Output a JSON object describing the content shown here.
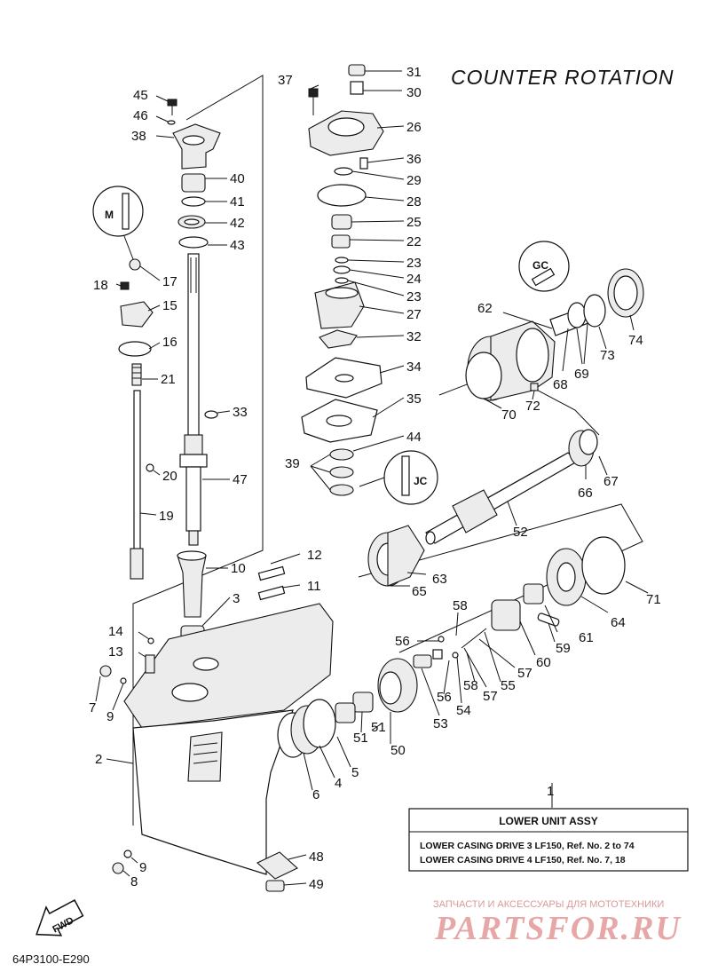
{
  "heading": "COUNTER  ROTATION",
  "diagram_code": "64P3100-E290",
  "fwd_label": "FWD",
  "detail_labels": {
    "m": "M",
    "gc": "GC",
    "jc": "JC"
  },
  "info_box": {
    "ref_number": "1",
    "title": "LOWER UNIT ASSY",
    "rows": [
      "LOWER CASING DRIVE 3 LF150,  Ref. No. 2 to 74",
      "LOWER CASING DRIVE 4 LF150,  Ref. No. 7, 18"
    ]
  },
  "watermark": {
    "top": "ЗАПЧАСТИ И АКСЕССУАРЫ ДЛЯ МОТОТЕХНИКИ",
    "brand": "PARTSFOR.RU"
  },
  "callouts": {
    "c2": "2",
    "c3": "3",
    "c4": "4",
    "c5": "5",
    "c6": "6",
    "c7": "7",
    "c8": "8",
    "c9a": "9",
    "c9b": "9",
    "c10": "10",
    "c11": "11",
    "c12": "12",
    "c13": "13",
    "c14": "14",
    "c15": "15",
    "c16": "16",
    "c17": "17",
    "c18": "18",
    "c19": "19",
    "c20": "20",
    "c21": "21",
    "c22": "22",
    "c23a": "23",
    "c23b": "23",
    "c24": "24",
    "c25": "25",
    "c26": "26",
    "c27": "27",
    "c28": "28",
    "c29": "29",
    "c30": "30",
    "c31": "31",
    "c32": "32",
    "c33": "33",
    "c34": "34",
    "c35": "35",
    "c36": "36",
    "c37": "37",
    "c38": "38",
    "c39": "39",
    "c40": "40",
    "c41": "41",
    "c42": "42",
    "c43": "43",
    "c44": "44",
    "c45": "45",
    "c46": "46",
    "c47": "47",
    "c48": "48",
    "c49": "49",
    "c50": "50",
    "c51a": "51",
    "c51b": "51",
    "c52": "52",
    "c53": "53",
    "c54": "54",
    "c55": "55",
    "c56a": "56",
    "c56b": "56",
    "c57a": "57",
    "c57b": "57",
    "c58a": "58",
    "c58b": "58",
    "c59": "59",
    "c60": "60",
    "c61": "61",
    "c62": "62",
    "c63": "63",
    "c64": "64",
    "c65": "65",
    "c66": "66",
    "c67": "67",
    "c68": "68",
    "c69": "69",
    "c70": "70",
    "c71": "71",
    "c72": "72",
    "c73": "73",
    "c74": "74"
  }
}
